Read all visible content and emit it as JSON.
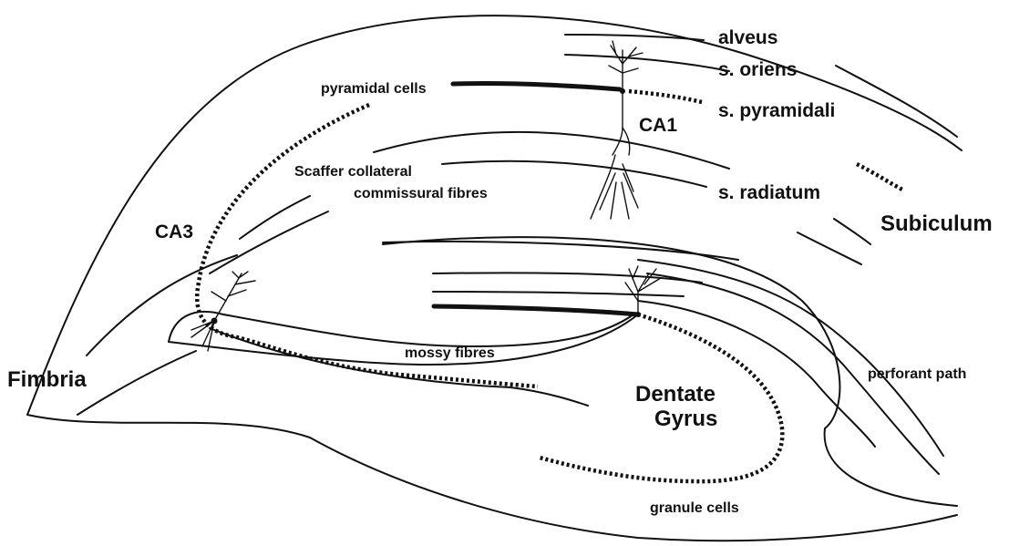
{
  "labels": {
    "alveus": "alveus",
    "s_oriens": "s. oriens",
    "s_pyramidali": "s. pyramidali",
    "s_radiatum": "s. radiatum",
    "subiculum": "Subiculum",
    "pyramidal_cells": "pyramidal cells",
    "ca1": "CA1",
    "ca3": "CA3",
    "scaffer_collateral": "Scaffer collateral",
    "commissural_fibres": "commissural fibres",
    "fimbria": "Fimbria",
    "mossy_fibres": "mossy fibres",
    "dentate_line1": "Dentate",
    "dentate_line2": "Gyrus",
    "perforant_path": "perforant path",
    "granule_cells": "granule cells"
  }
}
